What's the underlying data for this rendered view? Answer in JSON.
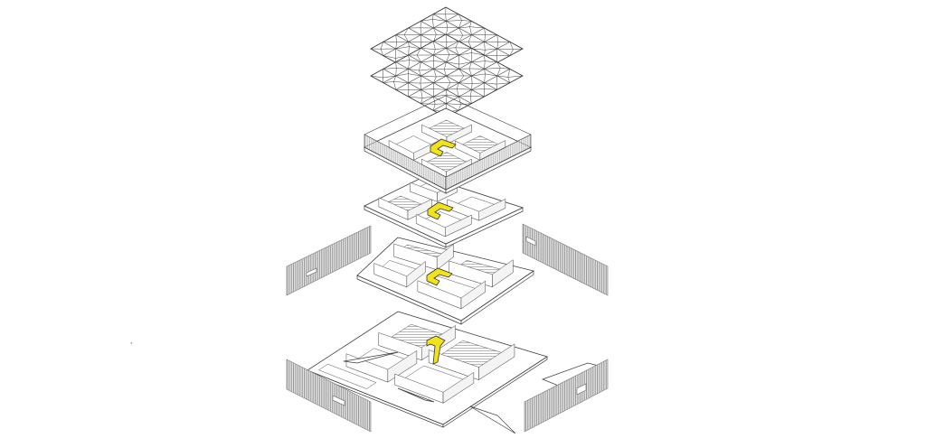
{
  "diagram": {
    "kind": "exploded axonometric building drawing",
    "layers": [
      "roof-structure-upper",
      "roof-structure-lower",
      "floor-3",
      "floor-2",
      "floor-1",
      "ground-floor-site"
    ],
    "facade_panels": [
      "facade-panel-northwest",
      "facade-panel-northeast",
      "facade-panel-southwest",
      "facade-panel-southeast"
    ],
    "colors": {
      "background": "#ffffff",
      "line": "#3a3a3a",
      "hatch": "#9a9a9a",
      "panel_fill": "#c8c8c8",
      "stair_highlight": "#f2e21a"
    }
  }
}
